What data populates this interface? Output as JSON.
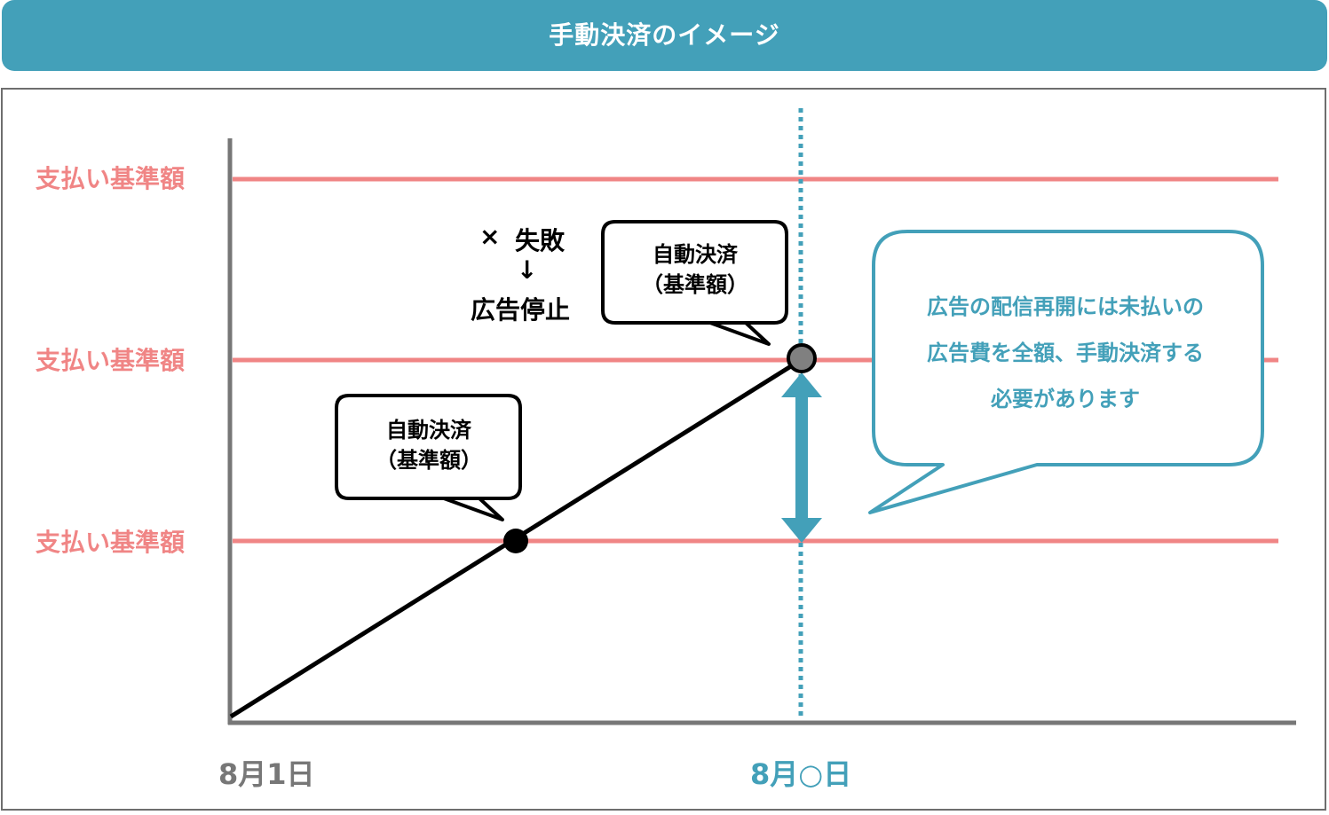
{
  "header": {
    "title": "手動決済のイメージ"
  },
  "reference_lines": [
    {
      "label": "支払い基準額"
    },
    {
      "label": "支払い基準額"
    },
    {
      "label": "支払い基準額"
    }
  ],
  "failure_note": {
    "mark": "×",
    "word": "失敗",
    "arrow": "↓",
    "result": "広告停止"
  },
  "bubbles": [
    {
      "line1": "自動決済",
      "line2": "（基準額）"
    },
    {
      "line1": "自動決済",
      "line2": "（基準額）"
    }
  ],
  "note_bubble": {
    "line1": "広告の配信再開には未払いの",
    "line2": "広告費を全額、手動決済する",
    "line3": "必要があります"
  },
  "axis": {
    "start_label": "8月1日",
    "end_label": "8月○日"
  },
  "colors": {
    "accent": "#43a0b9",
    "reference": "#f08585",
    "axis": "#777777",
    "grey_point": "#808080"
  }
}
